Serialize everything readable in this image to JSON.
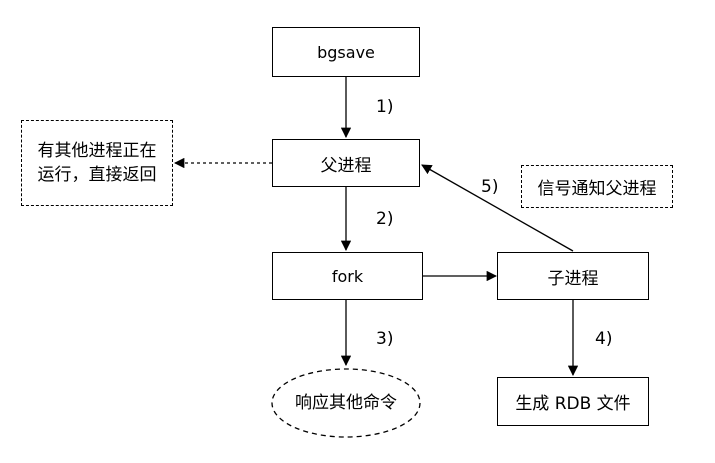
{
  "nodes": {
    "bgsave": "bgsave",
    "parent": "父进程",
    "fork": "fork",
    "child": "子进程",
    "rdb": "生成 RDB 文件",
    "respond": "响应其他命令",
    "other_running": "有其他进程正在\n运行，直接返回",
    "signal": "信号通知父进程"
  },
  "steps": {
    "s1": "1)",
    "s2": "2)",
    "s3": "3)",
    "s4": "4)",
    "s5": "5)"
  },
  "colors": {
    "stroke": "#000000",
    "background": "#ffffff"
  }
}
